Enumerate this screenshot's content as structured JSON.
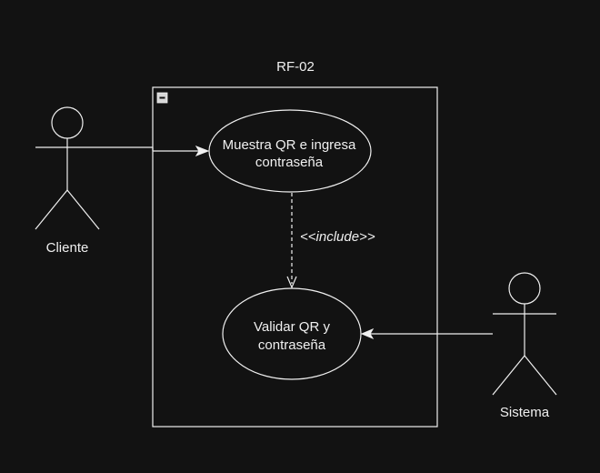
{
  "diagram": {
    "system_title": "RF-02",
    "actors": {
      "left": "Cliente",
      "right": "Sistema"
    },
    "use_cases": {
      "top_line1": "Muestra QR e ingresa",
      "top_line2": "contraseña",
      "bottom_line1": "Validar QR y",
      "bottom_line2": "contraseña"
    },
    "relationship": {
      "include_label": "<<include>>"
    },
    "colors": {
      "background": "#121212",
      "stroke": "#f0f0f0"
    }
  }
}
